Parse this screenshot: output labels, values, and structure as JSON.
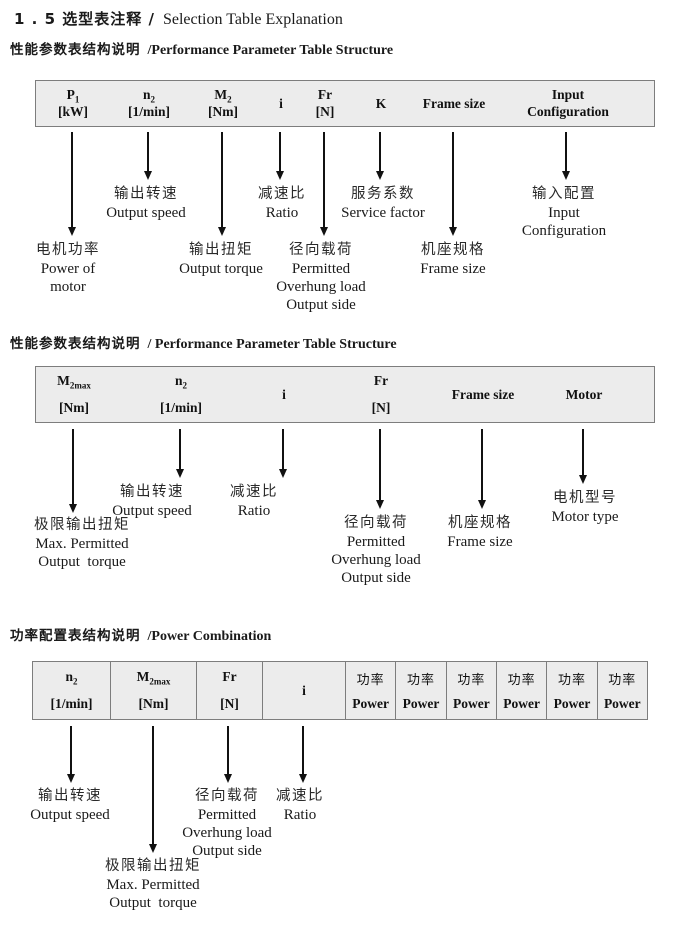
{
  "page_title": {
    "zh": "1 . 5 选型表注释 /",
    "en": "Selection Table Explanation"
  },
  "sections": [
    {
      "heading_zh": "性能参数表结构说明",
      "heading_en": "/Performance Parameter Table Structure",
      "columns": [
        {
          "base": "P",
          "sub": "1",
          "line2": "[kW]"
        },
        {
          "base": "n",
          "sub": "2",
          "line2": "[1/min]"
        },
        {
          "base": "M",
          "sub": "2",
          "line2": "[Nm]"
        },
        {
          "base": "i",
          "sub": "",
          "line2": ""
        },
        {
          "base": "Fr",
          "sub": "",
          "line2": "[N]"
        },
        {
          "base": "K",
          "sub": "",
          "line2": ""
        },
        {
          "base": "Frame size",
          "sub": "",
          "line2": ""
        },
        {
          "base": "Input",
          "sub": "",
          "line2": "Configuration"
        }
      ],
      "labels": [
        {
          "name": "power-of-motor",
          "lines": [
            "电机功率",
            "Power of",
            "motor"
          ]
        },
        {
          "name": "output-speed",
          "lines": [
            "输出转速",
            "Output speed"
          ]
        },
        {
          "name": "output-torque",
          "lines": [
            "输出扭矩",
            "Output torque"
          ]
        },
        {
          "name": "ratio",
          "lines": [
            "减速比",
            "Ratio"
          ]
        },
        {
          "name": "overhung-load",
          "lines": [
            "径向载荷",
            "Permitted",
            "Overhung load",
            "Output side"
          ]
        },
        {
          "name": "service-factor",
          "lines": [
            "服务系数",
            "Service factor"
          ]
        },
        {
          "name": "frame-size",
          "lines": [
            "机座规格",
            "Frame size"
          ]
        },
        {
          "name": "input-configuration",
          "lines": [
            "输入配置",
            "Input",
            "Configuration"
          ]
        }
      ]
    },
    {
      "heading_zh": "性能参数表结构说明",
      "heading_en": "/ Performance Parameter Table Structure",
      "columns": [
        {
          "base": "M",
          "sub": "2max",
          "line2": "[Nm]"
        },
        {
          "base": "n",
          "sub": "2",
          "line2": "[1/min]"
        },
        {
          "base": "i",
          "sub": "",
          "line2": ""
        },
        {
          "base": "Fr",
          "sub": "",
          "line2": "[N]"
        },
        {
          "base": "Frame size",
          "sub": "",
          "line2": ""
        },
        {
          "base": "Motor",
          "sub": "",
          "line2": ""
        }
      ],
      "labels": [
        {
          "name": "max-permitted-output-torque",
          "lines": [
            "极限输出扭矩",
            "Max. Permitted",
            "Output  torque"
          ]
        },
        {
          "name": "output-speed",
          "lines": [
            "输出转速",
            "Output speed"
          ]
        },
        {
          "name": "ratio",
          "lines": [
            "减速比",
            "Ratio"
          ]
        },
        {
          "name": "overhung-load",
          "lines": [
            "径向载荷",
            "Permitted",
            "Overhung load",
            "Output side"
          ]
        },
        {
          "name": "frame-size",
          "lines": [
            "机座规格",
            "Frame size"
          ]
        },
        {
          "name": "motor-type",
          "lines": [
            "电机型号",
            "Motor type"
          ]
        }
      ]
    },
    {
      "heading_zh": "功率配置表结构说明",
      "heading_en": "/Power Combination",
      "columns": [
        {
          "base": "n",
          "sub": "2",
          "line2": "[1/min]"
        },
        {
          "base": "M",
          "sub": "2max",
          "line2": "[Nm]"
        },
        {
          "base": "Fr",
          "sub": "",
          "line2": "[N]"
        },
        {
          "base": "i",
          "sub": "",
          "line2": ""
        },
        {
          "base": "功率",
          "sub": "",
          "line2": "Power"
        },
        {
          "base": "功率",
          "sub": "",
          "line2": "Power"
        },
        {
          "base": "功率",
          "sub": "",
          "line2": "Power"
        },
        {
          "base": "功率",
          "sub": "",
          "line2": "Power"
        },
        {
          "base": "功率",
          "sub": "",
          "line2": "Power"
        },
        {
          "base": "功率",
          "sub": "",
          "line2": "Power"
        }
      ],
      "labels": [
        {
          "name": "output-speed",
          "lines": [
            "输出转速",
            "Output speed"
          ]
        },
        {
          "name": "max-permitted-output-torque",
          "lines": [
            "极限输出扭矩",
            "Max. Permitted",
            "Output  torque"
          ]
        },
        {
          "name": "overhung-load",
          "lines": [
            "径向载荷",
            "Permitted",
            "Overhung load",
            "Output side"
          ]
        },
        {
          "name": "ratio",
          "lines": [
            "减速比",
            "Ratio"
          ]
        }
      ]
    }
  ]
}
